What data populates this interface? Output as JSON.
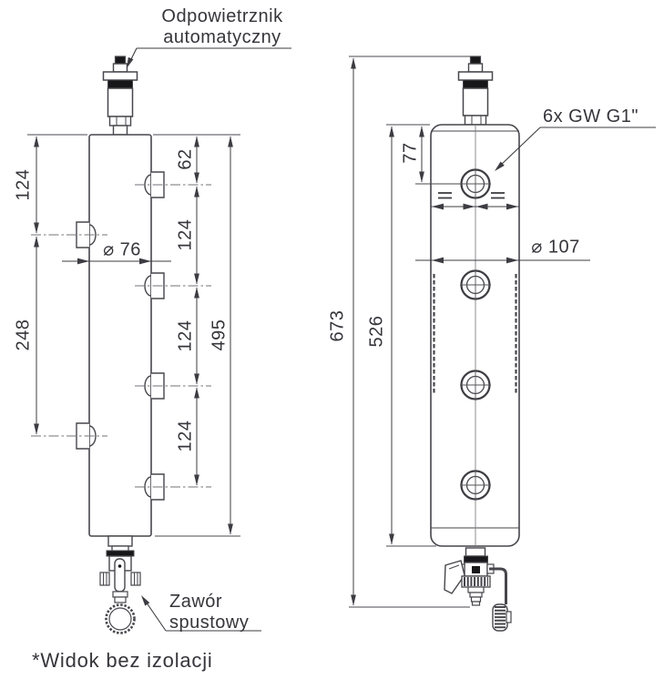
{
  "labels": {
    "air_vent": {
      "line1": "Odpowietrznik",
      "line2": "automatyczny"
    },
    "drain_valve": {
      "line1": "Zawór",
      "line2": "spustowy"
    },
    "ports_thread": "6x GW G1\"",
    "footnote": "*Widok bez izolacji"
  },
  "side_view": {
    "dim_left_upper": "124",
    "dim_left_lower": "248",
    "dim_diameter": "⌀ 76",
    "dim_right_top": "62",
    "dim_right_1": "124",
    "dim_right_2": "124",
    "dim_right_3": "124",
    "dim_total_height": "495"
  },
  "front_view": {
    "dim_port_offset": "77",
    "dim_vessel_height": "526",
    "dim_total_height": "673",
    "dim_diameter": "⌀ 107"
  },
  "colors": {
    "line": "#46464c",
    "text": "#35353b",
    "fill_dark": "#17171a"
  }
}
